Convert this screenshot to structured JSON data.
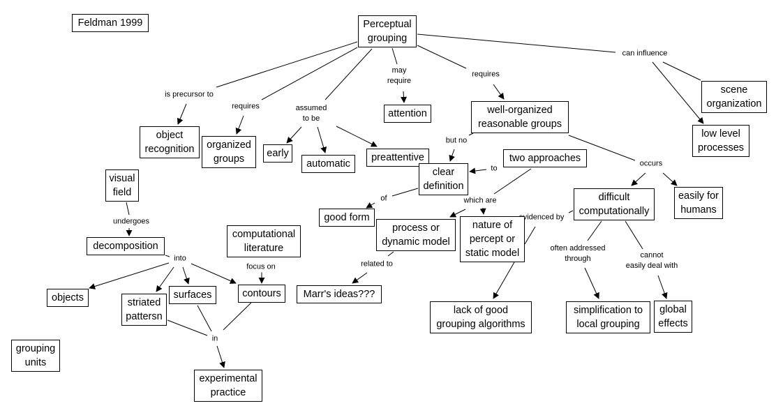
{
  "map": {
    "title": "Feldman 1999",
    "nodes": {
      "feldman": "Feldman 1999",
      "perceptual_grouping": "Perceptual\ngrouping",
      "object_recognition": "object\nrecognition",
      "organized_groups": "organized\ngroups",
      "early": "early",
      "automatic": "automatic",
      "preattentive": "preattentive",
      "attention": "attention",
      "well_organized": "well-organized\nreasonable groups",
      "scene_organization": "scene\norganization",
      "low_level": "low level\nprocesses",
      "clear_definition": "clear\ndefinition",
      "two_approaches": "two approaches",
      "good_form": "good form",
      "process_model": "process or\ndynamic model",
      "nature_percept": "nature of\npercept or\nstatic model",
      "difficult": "difficult\ncomputationally",
      "easily_humans": "easily for\nhumans",
      "visual_field": "visual\nfield",
      "decomposition": "decomposition",
      "computational_lit": "computational\nliterature",
      "objects": "objects",
      "striated": "striated\npattersn",
      "surfaces": "surfaces",
      "contours": "contours",
      "marr": "Marr's ideas???",
      "lack_algorithms": "lack of good\ngrouping algorithms",
      "simplification": "simplification to\nlocal grouping",
      "global_effects": "global\neffects",
      "grouping_units": "grouping\nunits",
      "experimental": "experimental\npractice"
    },
    "links": {
      "is_precursor_to": "is precursor to",
      "requires_1": "requires",
      "assumed_to_be": "assumed\nto be",
      "may_require": "may\nrequire",
      "requires_2": "requires",
      "can_influence": "can influence",
      "but_no": "but no",
      "to": "to",
      "occurs": "occurs",
      "of": "of",
      "which_are": "which are",
      "evidenced_by": "evidenced by",
      "undergoes": "undergoes",
      "into": "into",
      "focus_on": "focus on",
      "related_to": "related to",
      "often_addressed": "often addressed\nthrough",
      "cannot_deal": "cannot\neasily deal with",
      "in": "in"
    }
  }
}
